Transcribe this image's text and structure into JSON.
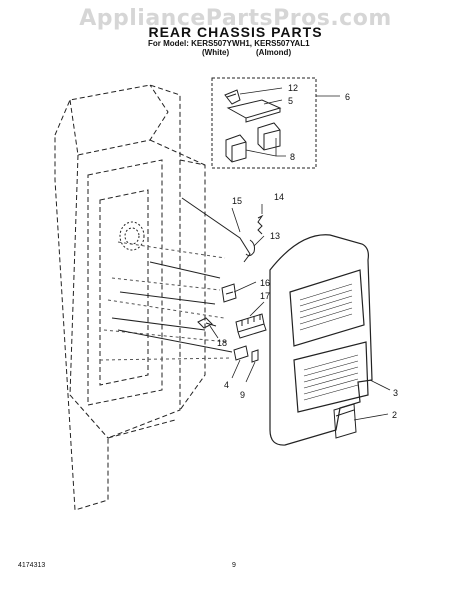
{
  "watermark": "AppliancePartsPros.com",
  "title": "REAR CHASSIS PARTS",
  "model_line": "For Model: KERS507YWH1, KERS507YAL1",
  "colors": [
    "(White)",
    "(Almond)"
  ],
  "callouts": [
    "12",
    "5",
    "6",
    "8",
    "15",
    "14",
    "13",
    "16",
    "17",
    "18",
    "4",
    "9",
    "3",
    "2"
  ],
  "footer": {
    "doc_number": "4174313",
    "page_number": "9"
  }
}
